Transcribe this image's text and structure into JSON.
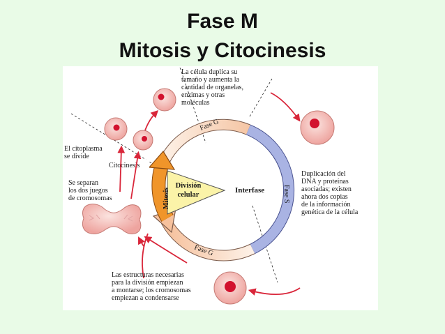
{
  "title_line1": "Fase M",
  "title_line2": "Mitosis y Citocinesis",
  "diagram": {
    "center_label_line1": "División",
    "center_label_line2": "celular",
    "interfase": "Interfase",
    "fase_g_top": "Fase G",
    "fase_g_bottom": "Fase G",
    "fase_s": "Fase S",
    "mitosis": "Mitosis",
    "citocinesis": "Citocinesis",
    "note_top": [
      "La célula duplica su",
      "tamaño y aumenta la",
      "cantidad de organelas,",
      "enzimas y otras",
      "moléculas"
    ],
    "note_right": [
      "Duplicación del",
      "DNA y proteínas",
      "asociadas; existen",
      "ahora dos copias",
      "de la información",
      "genética de la célula"
    ],
    "note_bottom": [
      "Las estructuras necesarias",
      "para la división empiezan",
      "a montarse; los cromosomas",
      "empiezan a condensarse"
    ],
    "note_left_top": [
      "El citoplasma",
      "se divide"
    ],
    "note_left_mid": [
      "Se separan",
      "los dos juegos",
      "de cromosomas"
    ]
  },
  "colors": {
    "background": "#e9fbe7",
    "g_phase": "#f7d4bc",
    "s_phase": "#a9b3e3",
    "mitosis": "#f0952a",
    "arrow": "#d9263a",
    "cell": "#f3b8b3",
    "nucleus": "#d2122e"
  }
}
